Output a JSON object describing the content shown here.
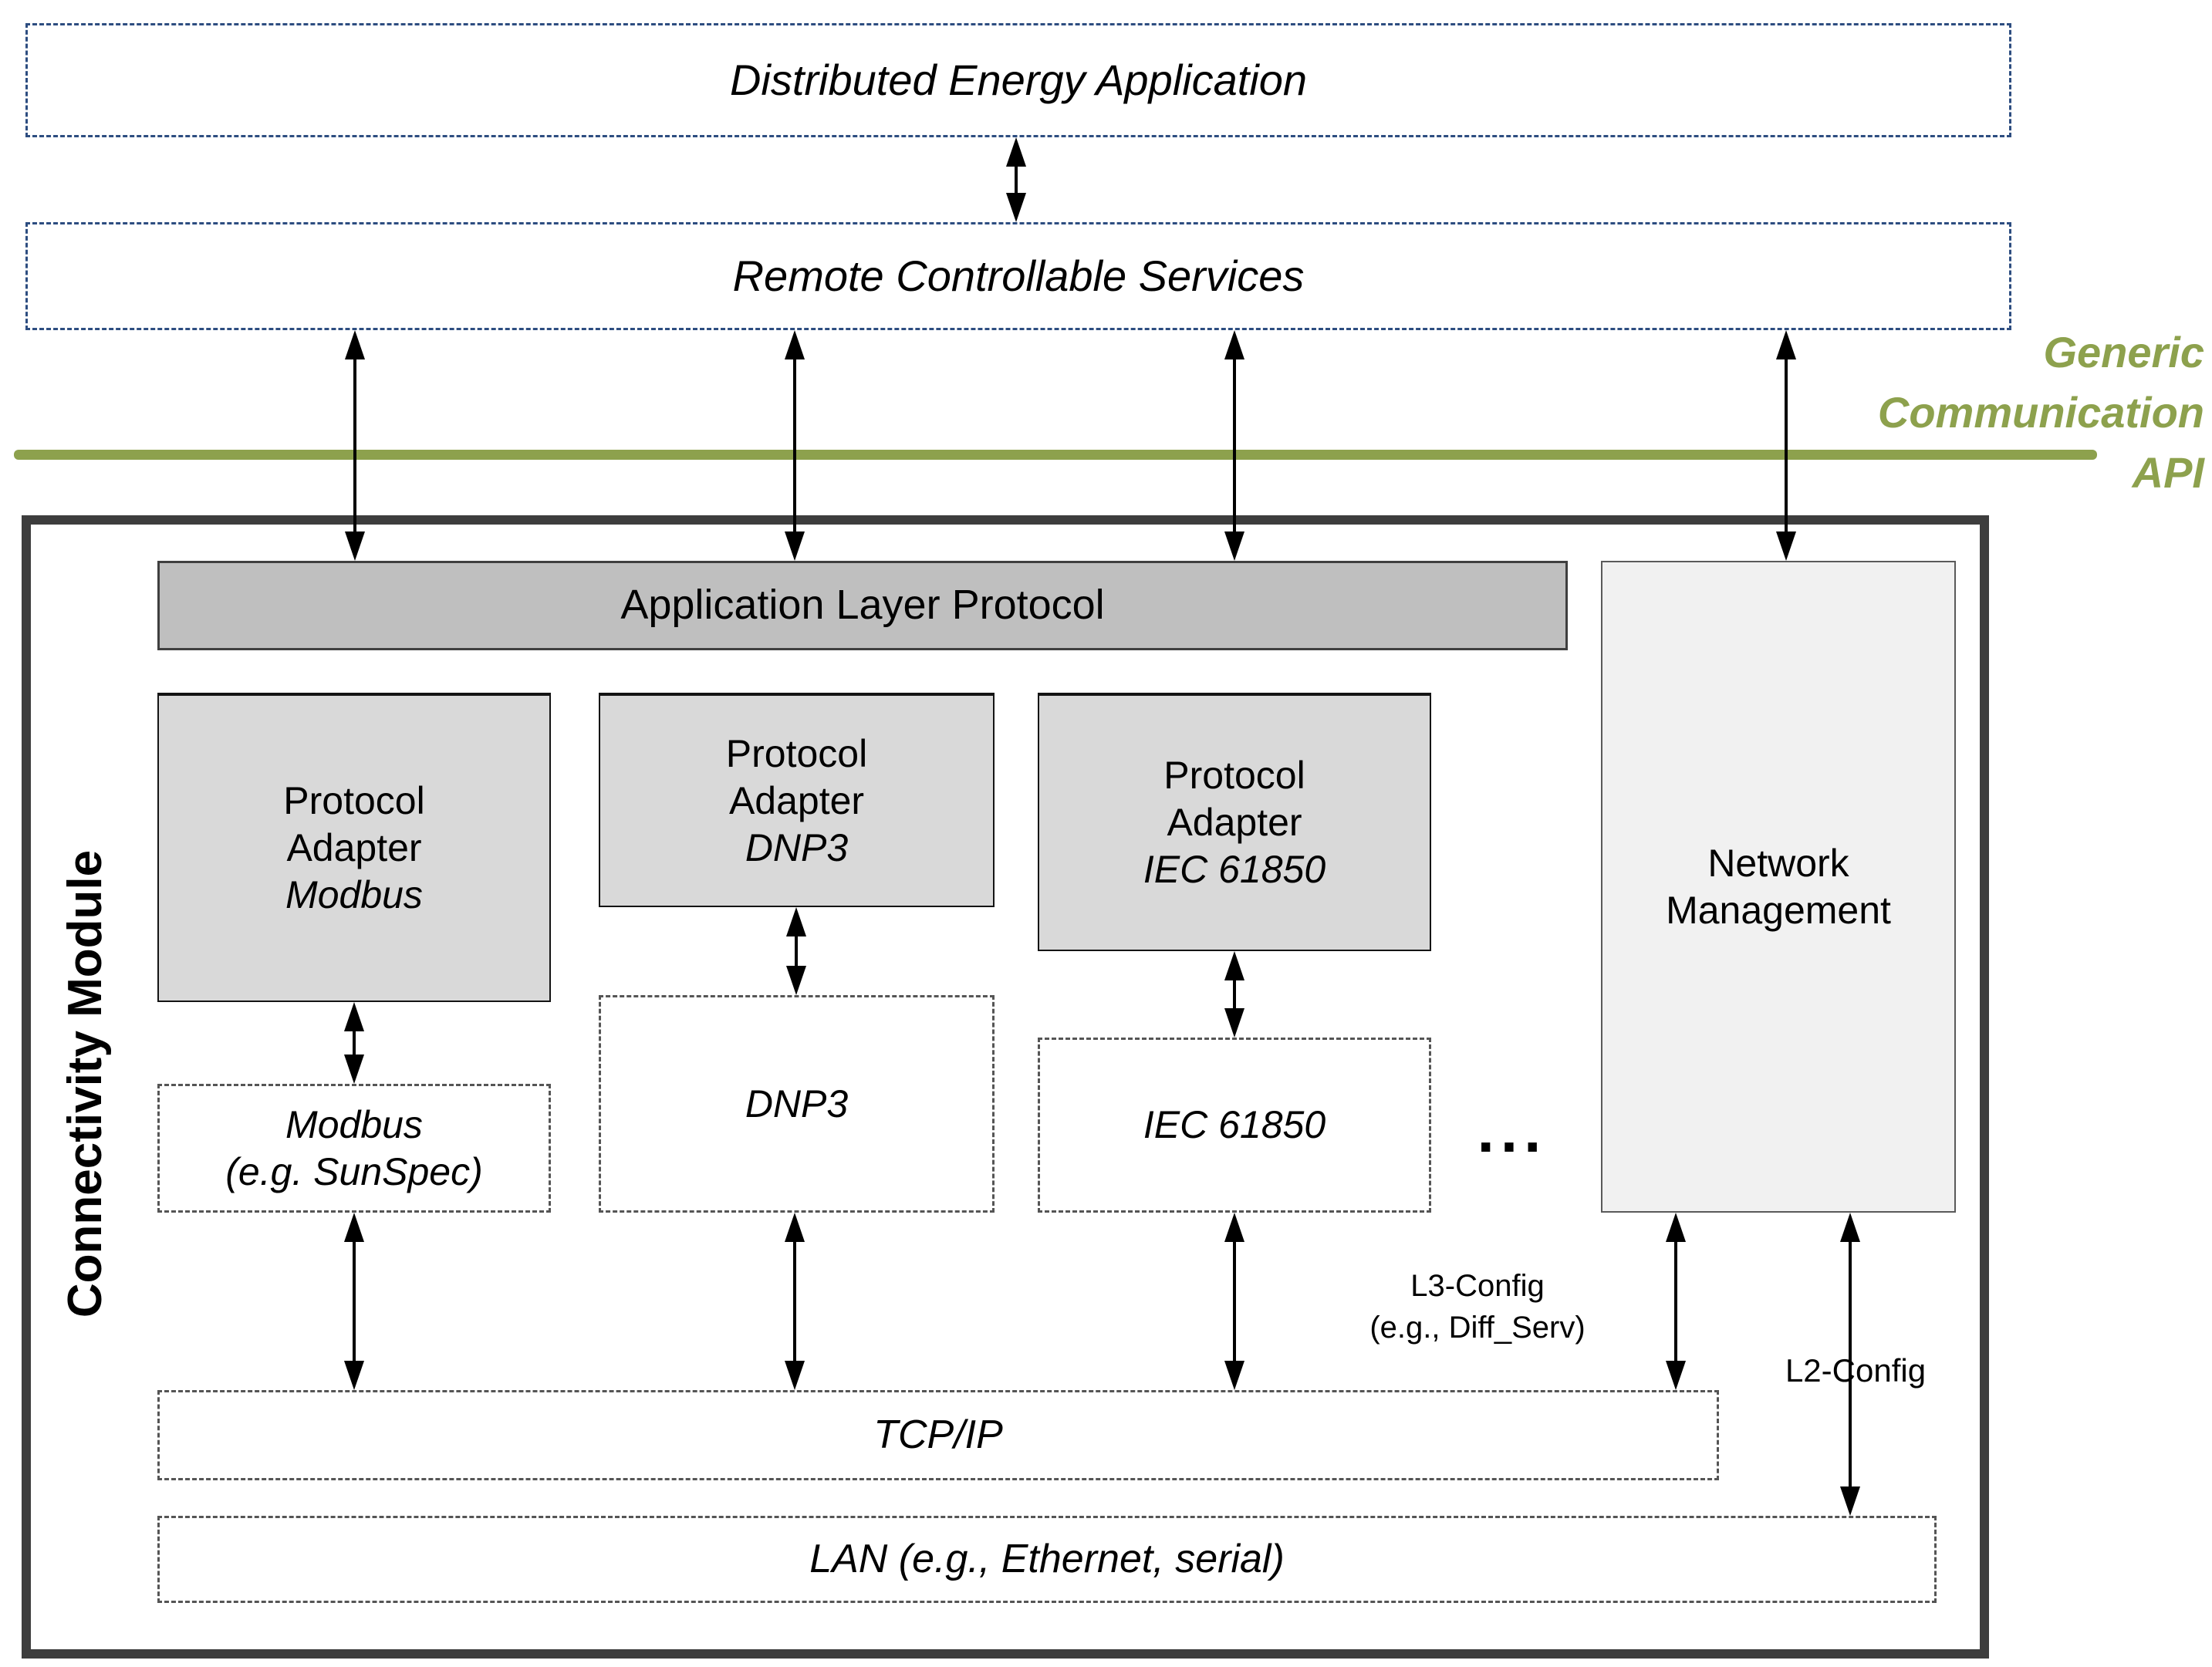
{
  "colors": {
    "dash_blue": "#2d4d80",
    "api_green": "#8da14d",
    "alp_fill": "#bfbfbf",
    "adapter_fill": "#d9d9d9",
    "network_mgmt_fill": "#f1f1f1",
    "frame_gray": "#3d3d3d"
  },
  "layers": {
    "distributed_energy_application": "Distributed Energy Application",
    "remote_controllable_services": "Remote Controllable Services"
  },
  "api_label": {
    "line1": "Generic",
    "line2": "Communication",
    "line3": "API"
  },
  "module": {
    "title": "Connectivity Module",
    "app_layer_protocol": "Application Layer Protocol",
    "network_management": {
      "line1": "Network",
      "line2": "Management"
    },
    "adapters": [
      {
        "line1": "Protocol",
        "line2": "Adapter",
        "protocol": "Modbus"
      },
      {
        "line1": "Protocol",
        "line2": "Adapter",
        "protocol": "DNP3"
      },
      {
        "line1": "Protocol",
        "line2": "Adapter",
        "protocol": "IEC 61850"
      }
    ],
    "stacks": [
      {
        "label": "Modbus",
        "sub": "(e.g. SunSpec)"
      },
      {
        "label": "DNP3",
        "sub": ""
      },
      {
        "label": "IEC 61850",
        "sub": ""
      }
    ],
    "ellipsis": "...",
    "tcp_ip": "TCP/IP",
    "lan": "LAN (e.g., Ethernet, serial)",
    "l3_config": {
      "line1": "L3-Config",
      "line2": "(e.g., Diff_Serv)"
    },
    "l2_config": "L2-Config"
  }
}
